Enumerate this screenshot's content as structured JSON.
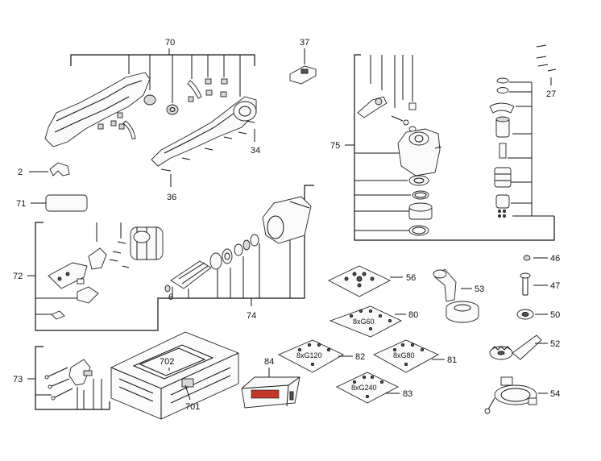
{
  "labels": {
    "l70": "70",
    "l37": "37",
    "l27": "27",
    "l75": "75",
    "l34": "34",
    "l2": "2",
    "l36": "36",
    "l71": "71",
    "l72": "72",
    "l6": "6",
    "l74": "74",
    "l46": "46",
    "l56": "56",
    "l53": "53",
    "l47": "47",
    "l80": "80",
    "l50": "50",
    "l52": "52",
    "l73": "73",
    "l702": "702",
    "l84": "84",
    "l82": "82",
    "l81": "81",
    "l701": "701",
    "l83": "83",
    "l54": "54"
  },
  "pad_texts": {
    "g60": "8xG60",
    "g120": "8xG120",
    "g80": "8xG80",
    "g240": "8xG240"
  },
  "colors": {
    "line": "#111111",
    "part_fill": "#fafafa",
    "shade": "#d9d9d9",
    "accent": "#c0392b"
  }
}
